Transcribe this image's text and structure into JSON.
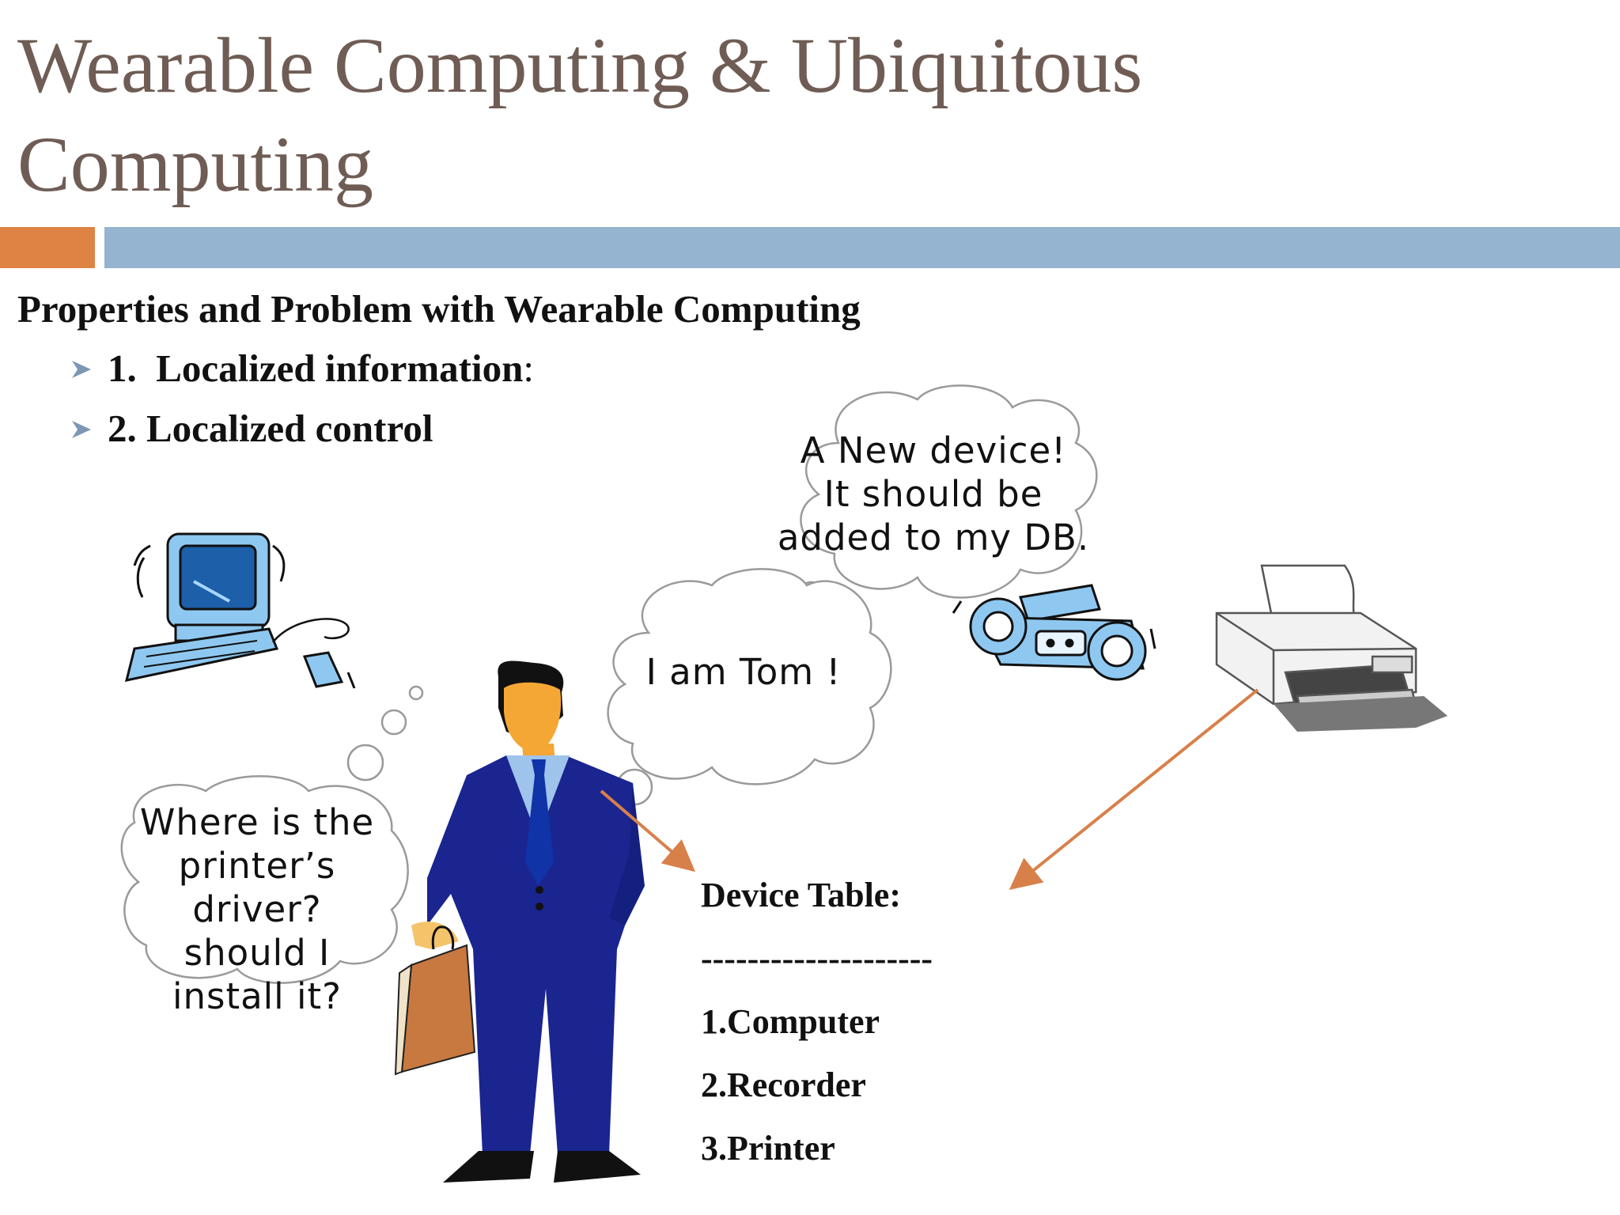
{
  "slide": {
    "title": "Wearable Computing & Ubiquitous Computing",
    "subtitle": "Properties and Problem with Wearable Computing",
    "bullets": [
      {
        "number": "1.",
        "text": "Localized information",
        "suffix": ":"
      },
      {
        "number": "2.",
        "text": "Localized control",
        "suffix": ""
      }
    ]
  },
  "thought_bubbles": {
    "recorder": [
      "A New device!",
      "It should be",
      "added to my DB."
    ],
    "tom": [
      "I am Tom !"
    ],
    "printer_driver": [
      "Where is the",
      "printer’s driver?",
      "should I",
      "install it?"
    ]
  },
  "device_table": {
    "header": "Device Table:",
    "separator": "--------------------",
    "items": [
      "1.Computer",
      "2.Recorder",
      "3.Printer"
    ]
  },
  "colors": {
    "title": "#6f5d55",
    "accent_orange": "#de8344",
    "accent_blue": "#94b4cf",
    "arrow": "#d8804a",
    "suit": "#1a2590"
  },
  "icons": [
    "computer-icon",
    "boombox-icon",
    "printer-icon",
    "businessman-figure"
  ]
}
